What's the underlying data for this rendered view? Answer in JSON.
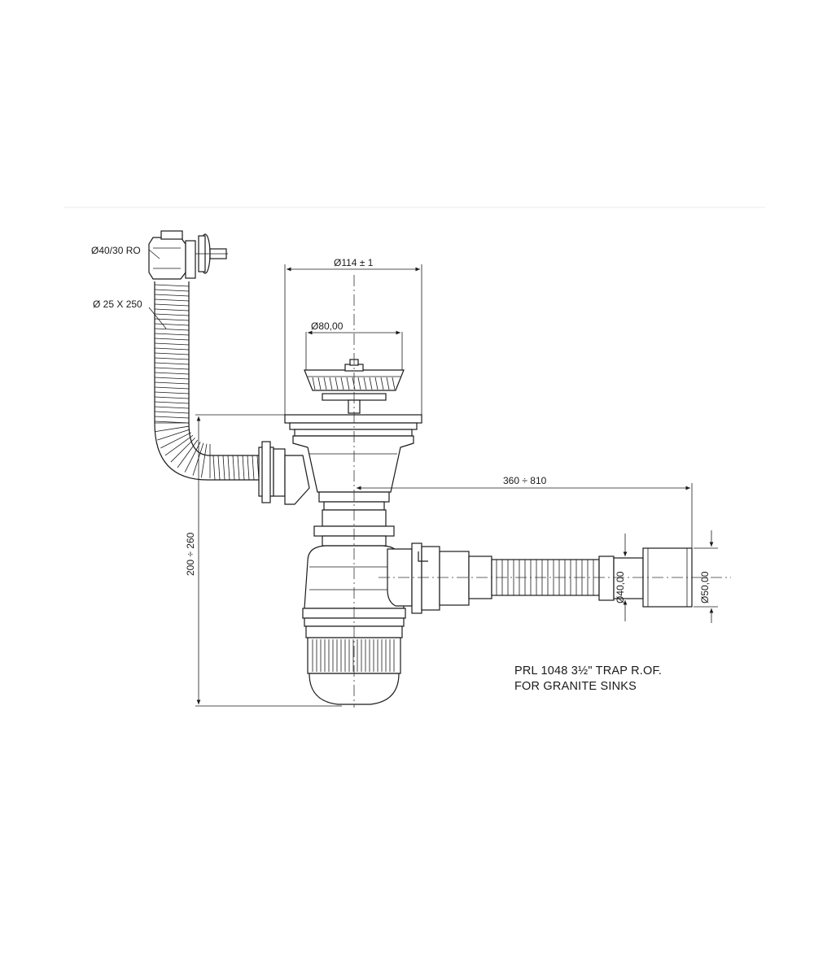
{
  "dimensions": {
    "overflow_label": "Ø40/30 RO",
    "hose_label": "Ø 25 X 250",
    "outer_diameter": "Ø114 ± 1",
    "basket_diameter": "Ø80,00",
    "horizontal_range": "360 ÷ 810",
    "vertical_range": "200 ÷ 260",
    "outlet_small": "Ø40,00",
    "outlet_large": "Ø50,00"
  },
  "note": {
    "line1": "PRL 1048 3½\" TRAP R.OF.",
    "line2": "FOR GRANITE SINKS"
  }
}
